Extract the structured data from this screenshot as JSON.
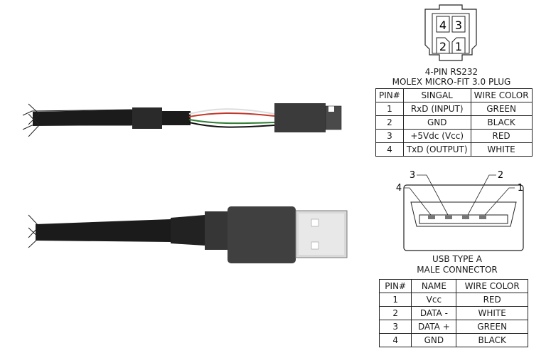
{
  "molex": {
    "pin_labels": [
      "4",
      "3",
      "2",
      "1"
    ],
    "caption_line1": "4-PIN RS232",
    "caption_line2": "MOLEX MICRO-FIT 3.0 PLUG",
    "headers": [
      "PIN#",
      "SINGAL",
      "WIRE COLOR"
    ],
    "rows": [
      [
        "1",
        "RxD (INPUT)",
        "GREEN"
      ],
      [
        "2",
        "GND",
        "BLACK"
      ],
      [
        "3",
        "+5Vdc (Vcc)",
        "RED"
      ],
      [
        "4",
        "TxD (OUTPUT)",
        "WHITE"
      ]
    ]
  },
  "usb": {
    "pin_callouts": [
      "3",
      "2",
      "4",
      "1"
    ],
    "caption_line1": "USB TYPE A",
    "caption_line2": "MALE CONNECTOR",
    "headers": [
      "PIN#",
      "NAME",
      "WIRE COLOR"
    ],
    "rows": [
      [
        "1",
        "Vcc",
        "RED"
      ],
      [
        "2",
        "DATA -",
        "WHITE"
      ],
      [
        "3",
        "DATA +",
        "GREEN"
      ],
      [
        "4",
        "GND",
        "BLACK"
      ]
    ]
  },
  "colors": {
    "cable": "#1b1b1b",
    "connector_body": "#3d3d3d",
    "wire_red": "#c0392b",
    "wire_green": "#2e7d32",
    "wire_white": "#dddddd"
  }
}
